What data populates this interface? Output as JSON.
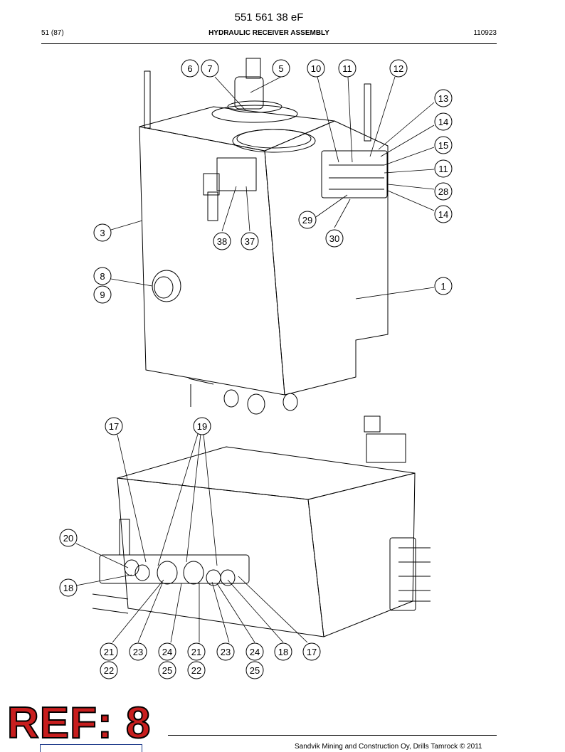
{
  "header": {
    "doc_number": "551 561 38 eF",
    "page_ref": "51 (87)",
    "title": "HYDRAULIC RECEIVER ASSEMBLY",
    "date_code": "110923"
  },
  "callouts": {
    "c6": "6",
    "c7": "7",
    "c5": "5",
    "c10": "10",
    "c11a": "11",
    "c12": "12",
    "c13": "13",
    "c14a": "14",
    "c15": "15",
    "c11b": "11",
    "c28": "28",
    "c14b": "14",
    "c29": "29",
    "c30": "30",
    "c38": "38",
    "c37": "37",
    "c3": "3",
    "c8": "8",
    "c9": "9",
    "c1": "1",
    "c17a": "17",
    "c19": "19",
    "c20": "20",
    "c18a": "18",
    "c21a": "21",
    "c22a": "22",
    "c23a": "23",
    "c24a": "24",
    "c25a": "25",
    "c21b": "21",
    "c22b": "22",
    "c23b": "23",
    "c24b": "24",
    "c25b": "25",
    "c18b": "18",
    "c17b": "17"
  },
  "stamp": {
    "text": "REF: 8",
    "color": "#c81e1e"
  },
  "footer": {
    "text": "Sandvik Mining and Construction Oy, Drills Tamrock © 2011"
  }
}
